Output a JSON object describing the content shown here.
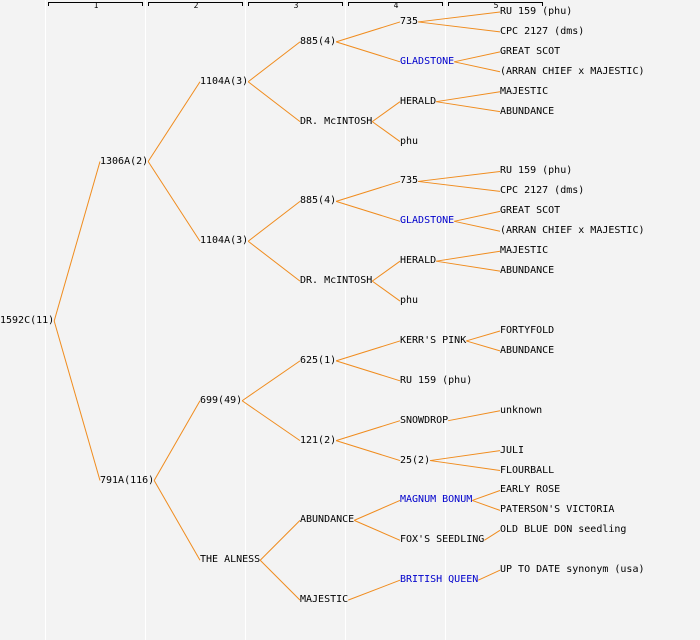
{
  "generations": [
    "1",
    "2",
    "3",
    "4",
    "5"
  ],
  "colors": {
    "link": "#f08c1e",
    "highlight_text": "#0000cc",
    "text": "#000000",
    "background": "#f3f3f3"
  },
  "tree": {
    "label": "1592C(11)",
    "children": [
      {
        "label": "1306A(2)",
        "children": [
          {
            "label": "1104A(3)",
            "children": [
              {
                "label": "885(4)",
                "children": [
                  {
                    "label": "735",
                    "children": [
                      {
                        "label": "RU 159 (phu)"
                      },
                      {
                        "label": "CPC 2127 (dms)"
                      }
                    ]
                  },
                  {
                    "label": "GLADSTONE",
                    "highlight": true,
                    "children": [
                      {
                        "label": "GREAT SCOT"
                      },
                      {
                        "label": "(ARRAN CHIEF x MAJESTIC)"
                      }
                    ]
                  }
                ]
              },
              {
                "label": "DR. McINTOSH",
                "children": [
                  {
                    "label": "HERALD",
                    "children": [
                      {
                        "label": "MAJESTIC"
                      },
                      {
                        "label": "ABUNDANCE"
                      }
                    ]
                  },
                  {
                    "label": "phu"
                  }
                ]
              }
            ]
          },
          {
            "label": "1104A(3)",
            "children": [
              {
                "label": "885(4)",
                "children": [
                  {
                    "label": "735",
                    "children": [
                      {
                        "label": "RU 159 (phu)"
                      },
                      {
                        "label": "CPC 2127 (dms)"
                      }
                    ]
                  },
                  {
                    "label": "GLADSTONE",
                    "highlight": true,
                    "children": [
                      {
                        "label": "GREAT SCOT"
                      },
                      {
                        "label": "(ARRAN CHIEF x MAJESTIC)"
                      }
                    ]
                  }
                ]
              },
              {
                "label": "DR. McINTOSH",
                "children": [
                  {
                    "label": "HERALD",
                    "children": [
                      {
                        "label": "MAJESTIC"
                      },
                      {
                        "label": "ABUNDANCE"
                      }
                    ]
                  },
                  {
                    "label": "phu"
                  }
                ]
              }
            ]
          }
        ]
      },
      {
        "label": "791A(116)",
        "children": [
          {
            "label": "699(49)",
            "children": [
              {
                "label": "625(1)",
                "children": [
                  {
                    "label": "KERR'S PINK",
                    "children": [
                      {
                        "label": "FORTYFOLD"
                      },
                      {
                        "label": "ABUNDANCE"
                      }
                    ]
                  },
                  {
                    "label": "RU 159 (phu)"
                  }
                ]
              },
              {
                "label": "121(2)",
                "children": [
                  {
                    "label": "SNOWDROP",
                    "children": [
                      {
                        "label": "unknown"
                      }
                    ]
                  },
                  {
                    "label": "25(2)",
                    "children": [
                      {
                        "label": "JULI"
                      },
                      {
                        "label": "FLOURBALL"
                      }
                    ]
                  }
                ]
              }
            ]
          },
          {
            "label": "THE ALNESS",
            "children": [
              {
                "label": "ABUNDANCE",
                "children": [
                  {
                    "label": "MAGNUM BONUM",
                    "highlight": true,
                    "children": [
                      {
                        "label": "EARLY ROSE"
                      },
                      {
                        "label": "PATERSON'S VICTORIA"
                      }
                    ]
                  },
                  {
                    "label": "FOX'S SEEDLING",
                    "children": [
                      {
                        "label": "OLD BLUE DON seedling"
                      }
                    ]
                  }
                ]
              },
              {
                "label": "MAJESTIC",
                "children": [
                  {
                    "label": "BRITISH QUEEN",
                    "highlight": true,
                    "children": [
                      {
                        "label": "UP TO DATE synonym (usa)"
                      }
                    ]
                  }
                ]
              }
            ]
          }
        ]
      }
    ]
  }
}
